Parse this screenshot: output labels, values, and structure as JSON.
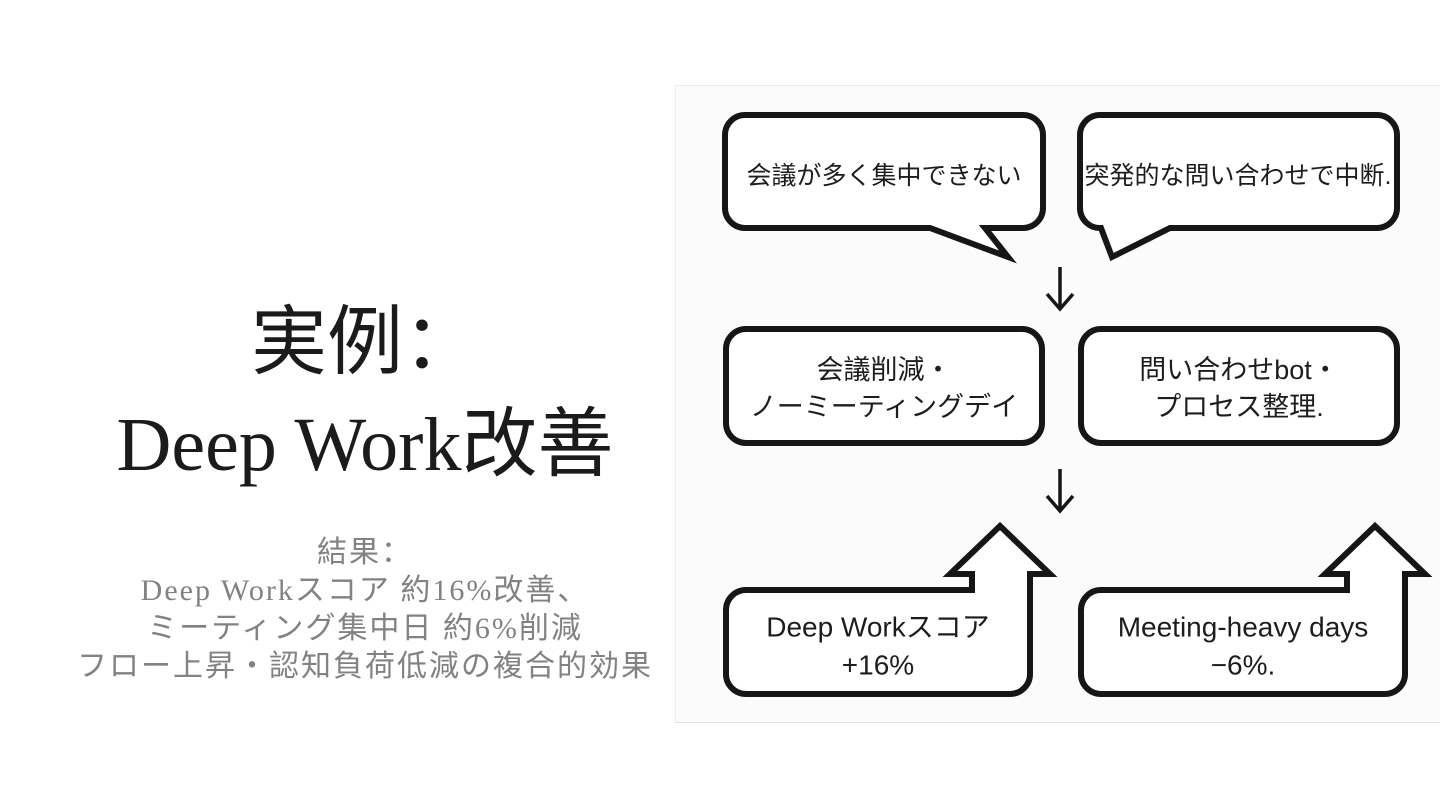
{
  "slide": {
    "title": {
      "line1": "実例：",
      "line2": "Deep Work改善"
    },
    "subtitle": {
      "line1": "結果：",
      "line2": "Deep Workスコア 約16%改善、",
      "line3": "ミーティング集中日 約6%削減",
      "line4": "フロー上昇・認知負荷低減の複合的効果"
    }
  },
  "diagram": {
    "problems": [
      {
        "text": "会議が多く集中できない"
      },
      {
        "text": "突発的な問い合わせで中断."
      }
    ],
    "actions": [
      {
        "line1": "会議削減・",
        "line2": "ノーミーティングデイ"
      },
      {
        "line1": "問い合わせbot・",
        "line2": "プロセス整理."
      }
    ],
    "outcomes": [
      {
        "line1": "Deep Workスコア",
        "line2": "+16%"
      },
      {
        "line1": "Meeting-heavy days",
        "line2": "−6%."
      }
    ]
  },
  "colors": {
    "ink": "#161616",
    "shape_fill": "#ffffff",
    "title_color": "#1b1b1b",
    "subtitle_gray": "#828282",
    "slide_background": "#ffffff",
    "diagram_background": "#fbfbfb"
  }
}
